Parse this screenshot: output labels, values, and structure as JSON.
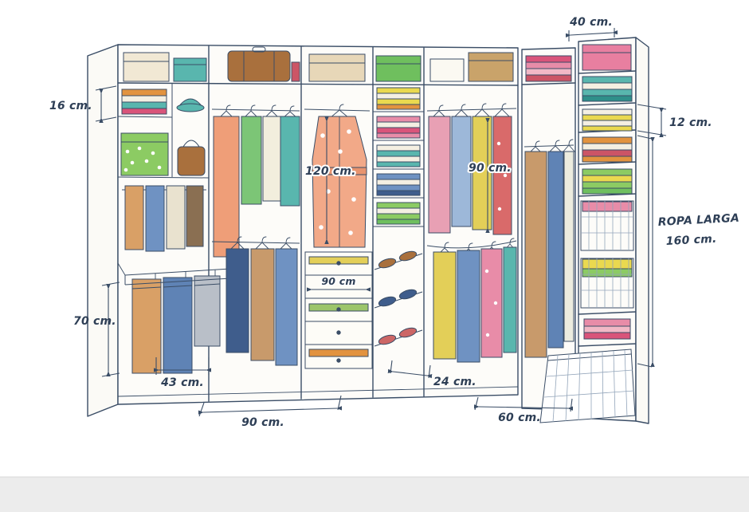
{
  "page": {
    "title": "Walk-in closet dimension sketch",
    "background": "#ffffff",
    "footer_band_color": "#ececec"
  },
  "style": {
    "ink_color": "#3a4d66",
    "label_color": "#2e3f56"
  },
  "dimensions": {
    "left_shelf_gap": "16 cm.",
    "top_right_width": "40 cm.",
    "right_shelf_gap": "12 cm.",
    "robe_drop": "120 cm.",
    "drawer_width": "90 cm",
    "hanging_drop": "90 cm.",
    "lower_left_height": "70 cm.",
    "trouser_rack_width": "43 cm.",
    "bottom_left_width": "90 cm.",
    "corner_depth": "24 cm.",
    "bottom_right_width": "60 cm.",
    "long_garments_label": "ROPA LARGA",
    "long_garments_height": "160 cm."
  }
}
